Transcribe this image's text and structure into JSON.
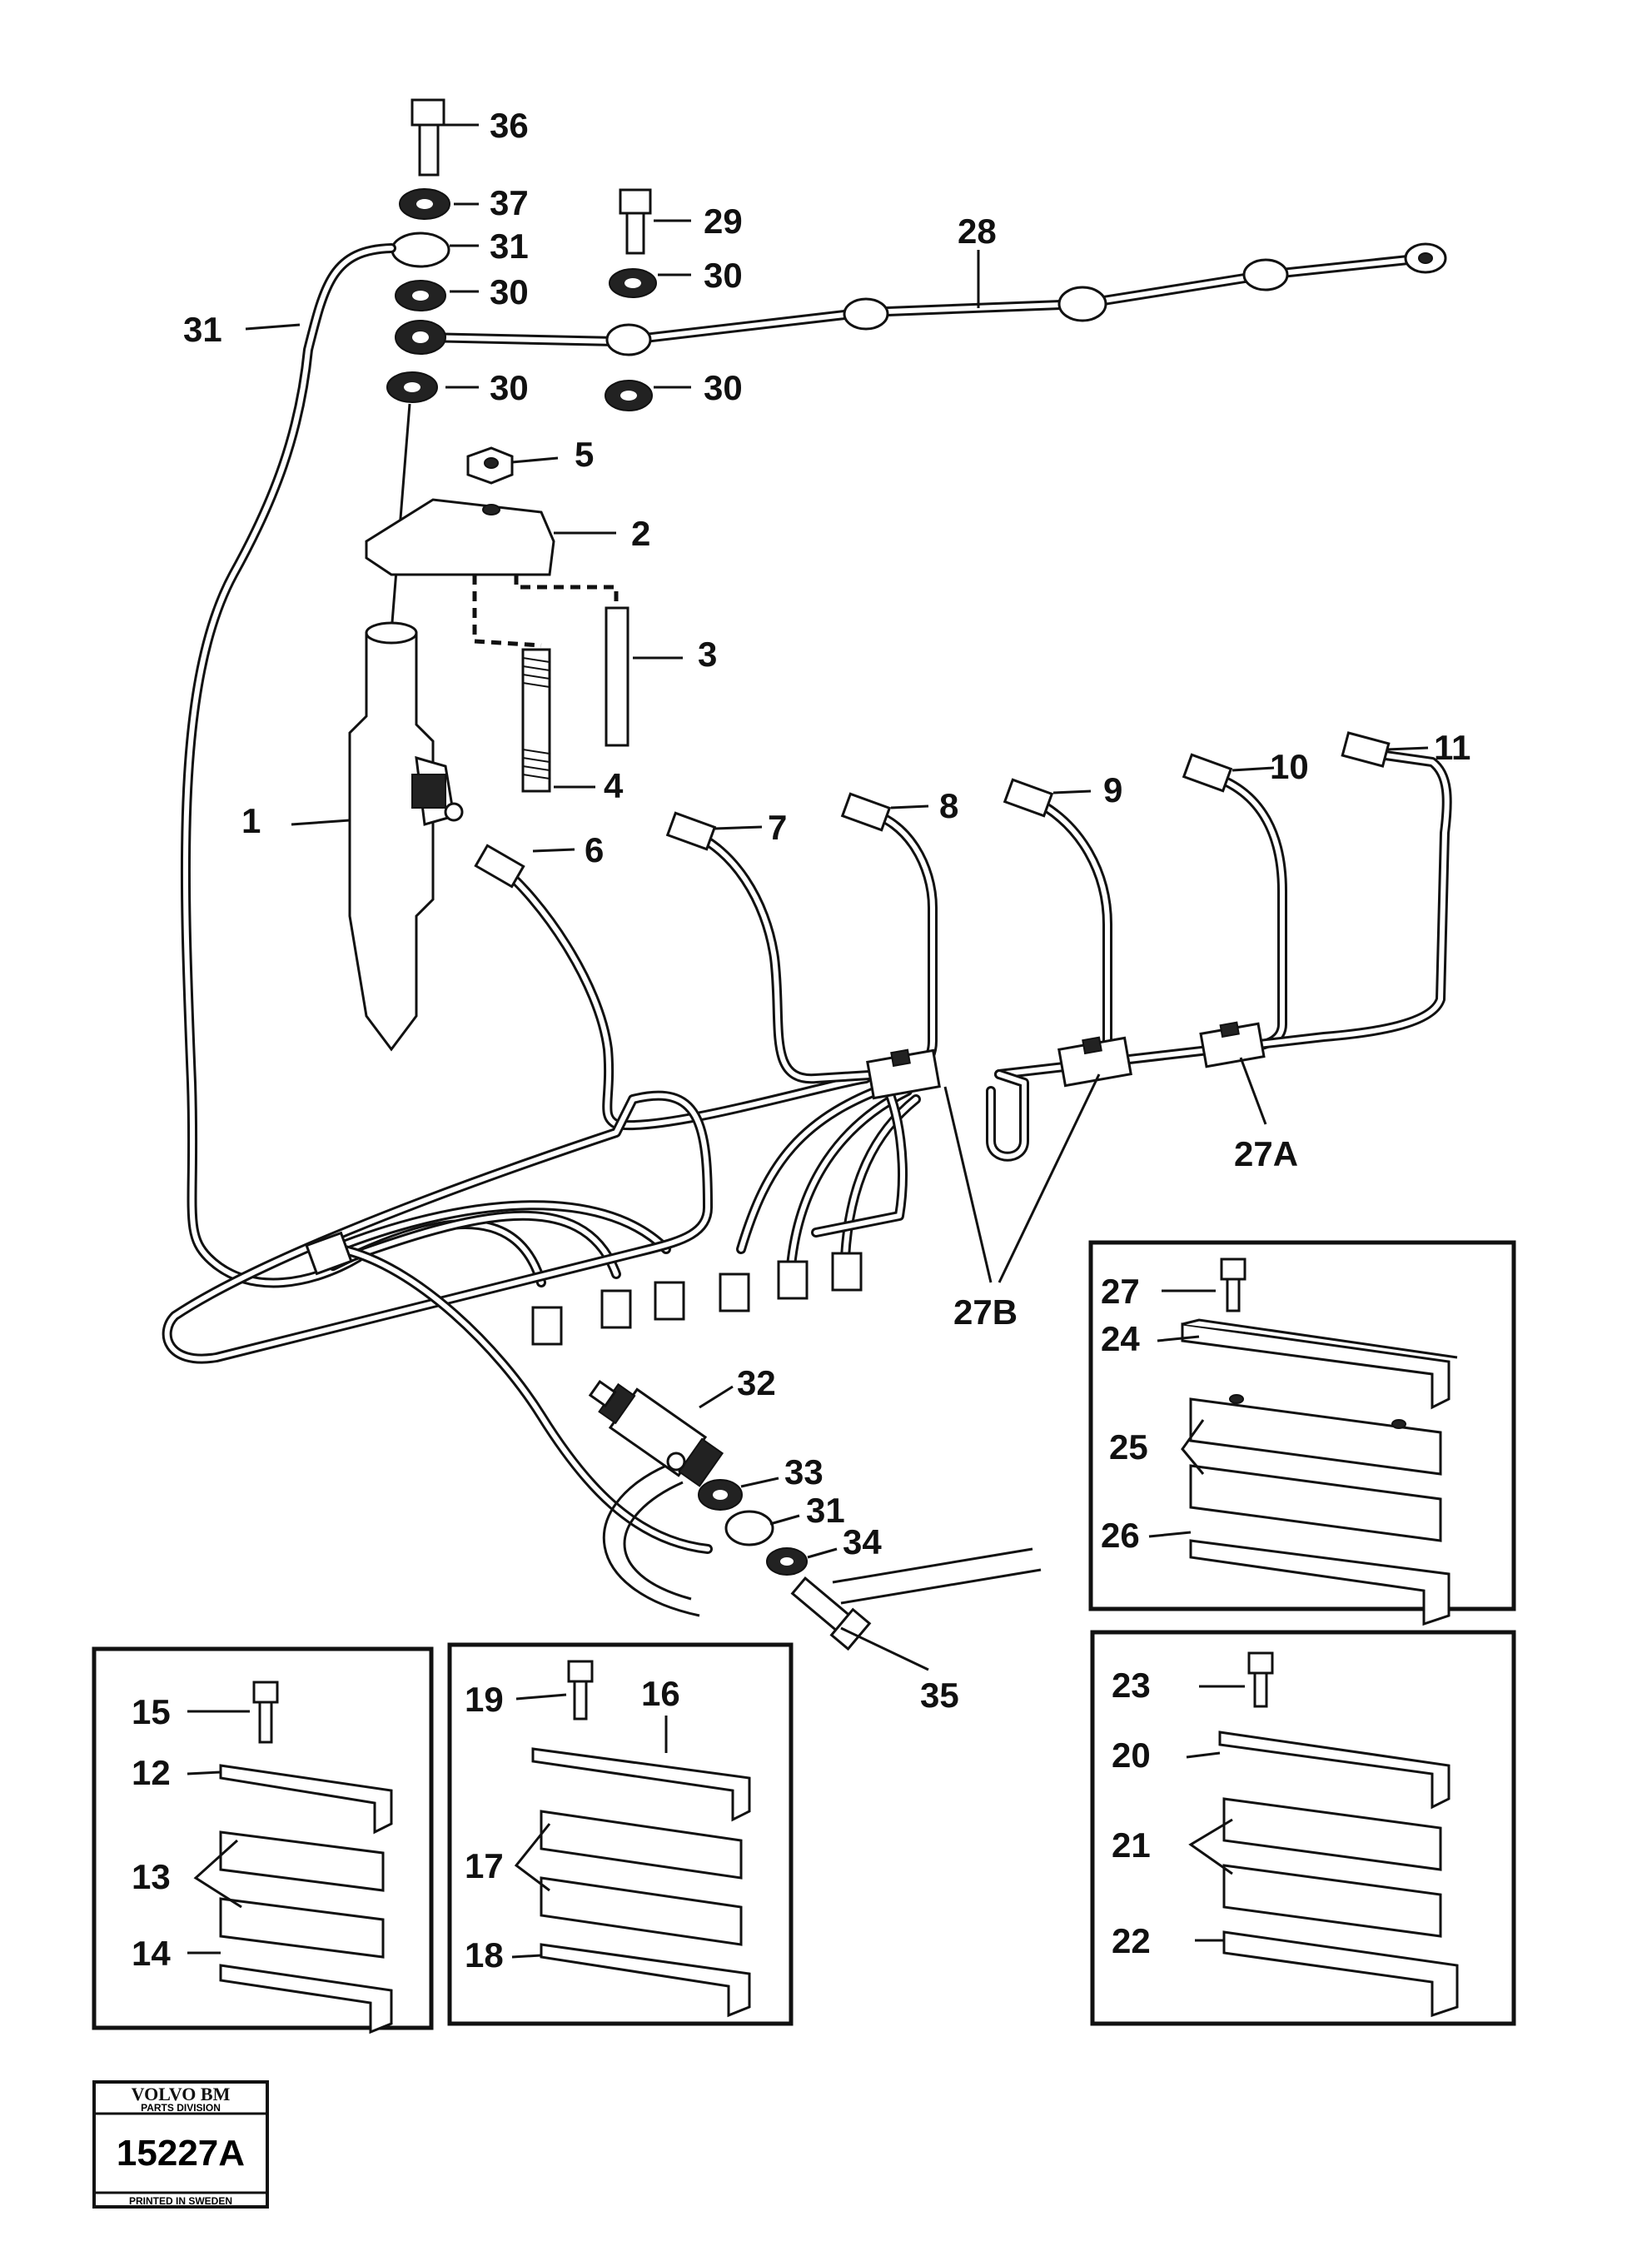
{
  "labels": {
    "l1": "1",
    "l2": "2",
    "l3": "3",
    "l4": "4",
    "l5": "5",
    "l6": "6",
    "l7": "7",
    "l8": "8",
    "l9": "9",
    "l10": "10",
    "l11": "11",
    "l12": "12",
    "l13": "13",
    "l14": "14",
    "l15": "15",
    "l16": "16",
    "l17": "17",
    "l18": "18",
    "l19": "19",
    "l20": "20",
    "l21": "21",
    "l22": "22",
    "l23": "23",
    "l24": "24",
    "l25": "25",
    "l26": "26",
    "l27": "27",
    "l27a": "27A",
    "l27b": "27B",
    "l28": "28",
    "l29": "29",
    "l30a": "30",
    "l30b": "30",
    "l30c": "30",
    "l30d": "30",
    "l31a": "31",
    "l31b": "31",
    "l31c": "31",
    "l32": "32",
    "l33": "33",
    "l34": "34",
    "l35": "35",
    "l36": "36",
    "l37": "37"
  },
  "stamp": {
    "brand": "VOLVO BM",
    "division": "PARTS DIVISION",
    "number": "15227A",
    "printed": "PRINTED IN SWEDEN"
  }
}
